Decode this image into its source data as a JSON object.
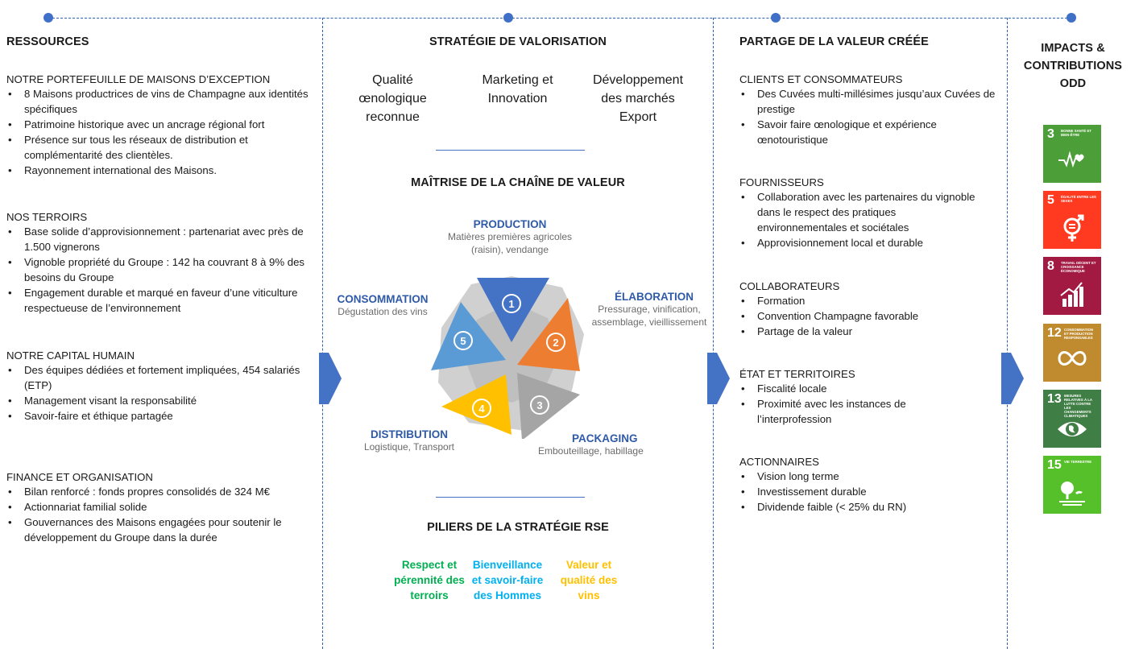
{
  "columns": {
    "ressources": {
      "title": "RESSOURCES",
      "sections": [
        {
          "heading": "NOTRE PORTEFEUILLE DE MAISONS D’EXCEPTION",
          "items": [
            "8 Maisons productrices de vins de Champagne aux identités spécifiques",
            "Patrimoine historique avec un ancrage régional fort",
            "Présence sur tous les réseaux de distribution et complémentarité des clientèles.",
            "Rayonnement international des Maisons."
          ]
        },
        {
          "heading": "NOS TERROIRS",
          "items": [
            "Base solide d’approvisionnement : partenariat avec près de 1.500 vignerons",
            "Vignoble propriété du Groupe : 142 ha couvrant 8 à 9% des besoins du Groupe",
            "Engagement durable et marqué en faveur d’une viticulture respectueuse de l’environnement"
          ]
        },
        {
          "heading": "NOTRE CAPITAL HUMAIN",
          "items": [
            "Des équipes dédiées et fortement impliquées, 454 salariés (ETP)",
            "Management visant la responsabilité",
            "Savoir-faire et éthique partagée"
          ]
        },
        {
          "heading": "FINANCE ET ORGANISATION",
          "items": [
            "Bilan renforcé : fonds propres consolidés de 324 M€",
            "Actionnariat familial solide",
            "Gouvernances des Maisons engagées pour soutenir le développement du Groupe dans la durée"
          ]
        }
      ]
    },
    "strategie": {
      "title": "STRATÉGIE DE VALORISATION",
      "axes": [
        "Qualité œnologique reconnue",
        "Marketing et Innovation",
        "Développement des marchés Export"
      ],
      "chain_title": "MAÎTRISE DE LA CHAÎNE DE VALEUR",
      "stages": [
        {
          "num": "1",
          "title": "PRODUCTION",
          "sub": "Matières premières agricoles (raisin), vendange",
          "color": "#4472c4"
        },
        {
          "num": "2",
          "title": "ÉLABORATION",
          "sub": "Pressurage, vinification, assemblage, vieillissement",
          "color": "#ed7d31"
        },
        {
          "num": "3",
          "title": "PACKAGING",
          "sub": "Embouteillage, habillage",
          "color": "#a5a5a5"
        },
        {
          "num": "4",
          "title": "DISTRIBUTION",
          "sub": "Logistique, Transport",
          "color": "#ffc000"
        },
        {
          "num": "5",
          "title": "CONSOMMATION",
          "sub": "Dégustation des vins",
          "color": "#5b9bd5"
        }
      ],
      "rse_title": "PILIERS DE LA STRATÉGIE RSE",
      "pillars": [
        {
          "text": "Respect et pérennité des terroirs",
          "color": "#00b050"
        },
        {
          "text": "Bienveillance et savoir-faire des Hommes",
          "color": "#00b0f0"
        },
        {
          "text": "Valeur et qualité des vins",
          "color": "#ffc000"
        }
      ]
    },
    "partage": {
      "title": "PARTAGE DE LA VALEUR CRÉÉE",
      "sections": [
        {
          "heading": "CLIENTS ET CONSOMMATEURS",
          "items": [
            "Des Cuvées multi-millésimes jusqu’aux Cuvées de prestige",
            "Savoir faire œnologique et expérience œnotouristique"
          ]
        },
        {
          "heading": "FOURNISSEURS",
          "items": [
            "Collaboration avec les partenaires du vignoble dans le respect des pratiques environnementales et sociétales",
            "Approvisionnement local et durable"
          ]
        },
        {
          "heading": "COLLABORATEURS",
          "items": [
            "Formation",
            "Convention Champagne favorable",
            "Partage de la valeur"
          ]
        },
        {
          "heading": "ÉTAT ET TERRITOIRES",
          "items": [
            "Fiscalité locale",
            "Proximité avec  les instances de l’interprofession"
          ]
        },
        {
          "heading": "ACTIONNAIRES",
          "items": [
            "Vision long terme",
            "Investissement durable",
            "Dividende faible (< 25% du RN)"
          ]
        }
      ]
    },
    "impacts": {
      "title": "IMPACTS & CONTRIBUTIONS ODD",
      "sdgs": [
        {
          "num": "3",
          "label": "Bonne santé et bien-être",
          "color": "#4c9f38",
          "icon": "heartbeat-icon"
        },
        {
          "num": "5",
          "label": "Égalité entre les sexes",
          "color": "#ff3a21",
          "icon": "gender-equality-icon"
        },
        {
          "num": "8",
          "label": "Travail décent et croissance économique",
          "color": "#a21942",
          "icon": "growth-chart-icon"
        },
        {
          "num": "12",
          "label": "Consommation et production responsables",
          "color": "#bf8b2e",
          "icon": "infinity-icon"
        },
        {
          "num": "13",
          "label": "Mesures relatives à la lutte contre les changements climatiques",
          "color": "#3f7e44",
          "icon": "eye-globe-icon"
        },
        {
          "num": "15",
          "label": "Vie terrestre",
          "color": "#56c02b",
          "icon": "tree-icon"
        }
      ]
    }
  }
}
